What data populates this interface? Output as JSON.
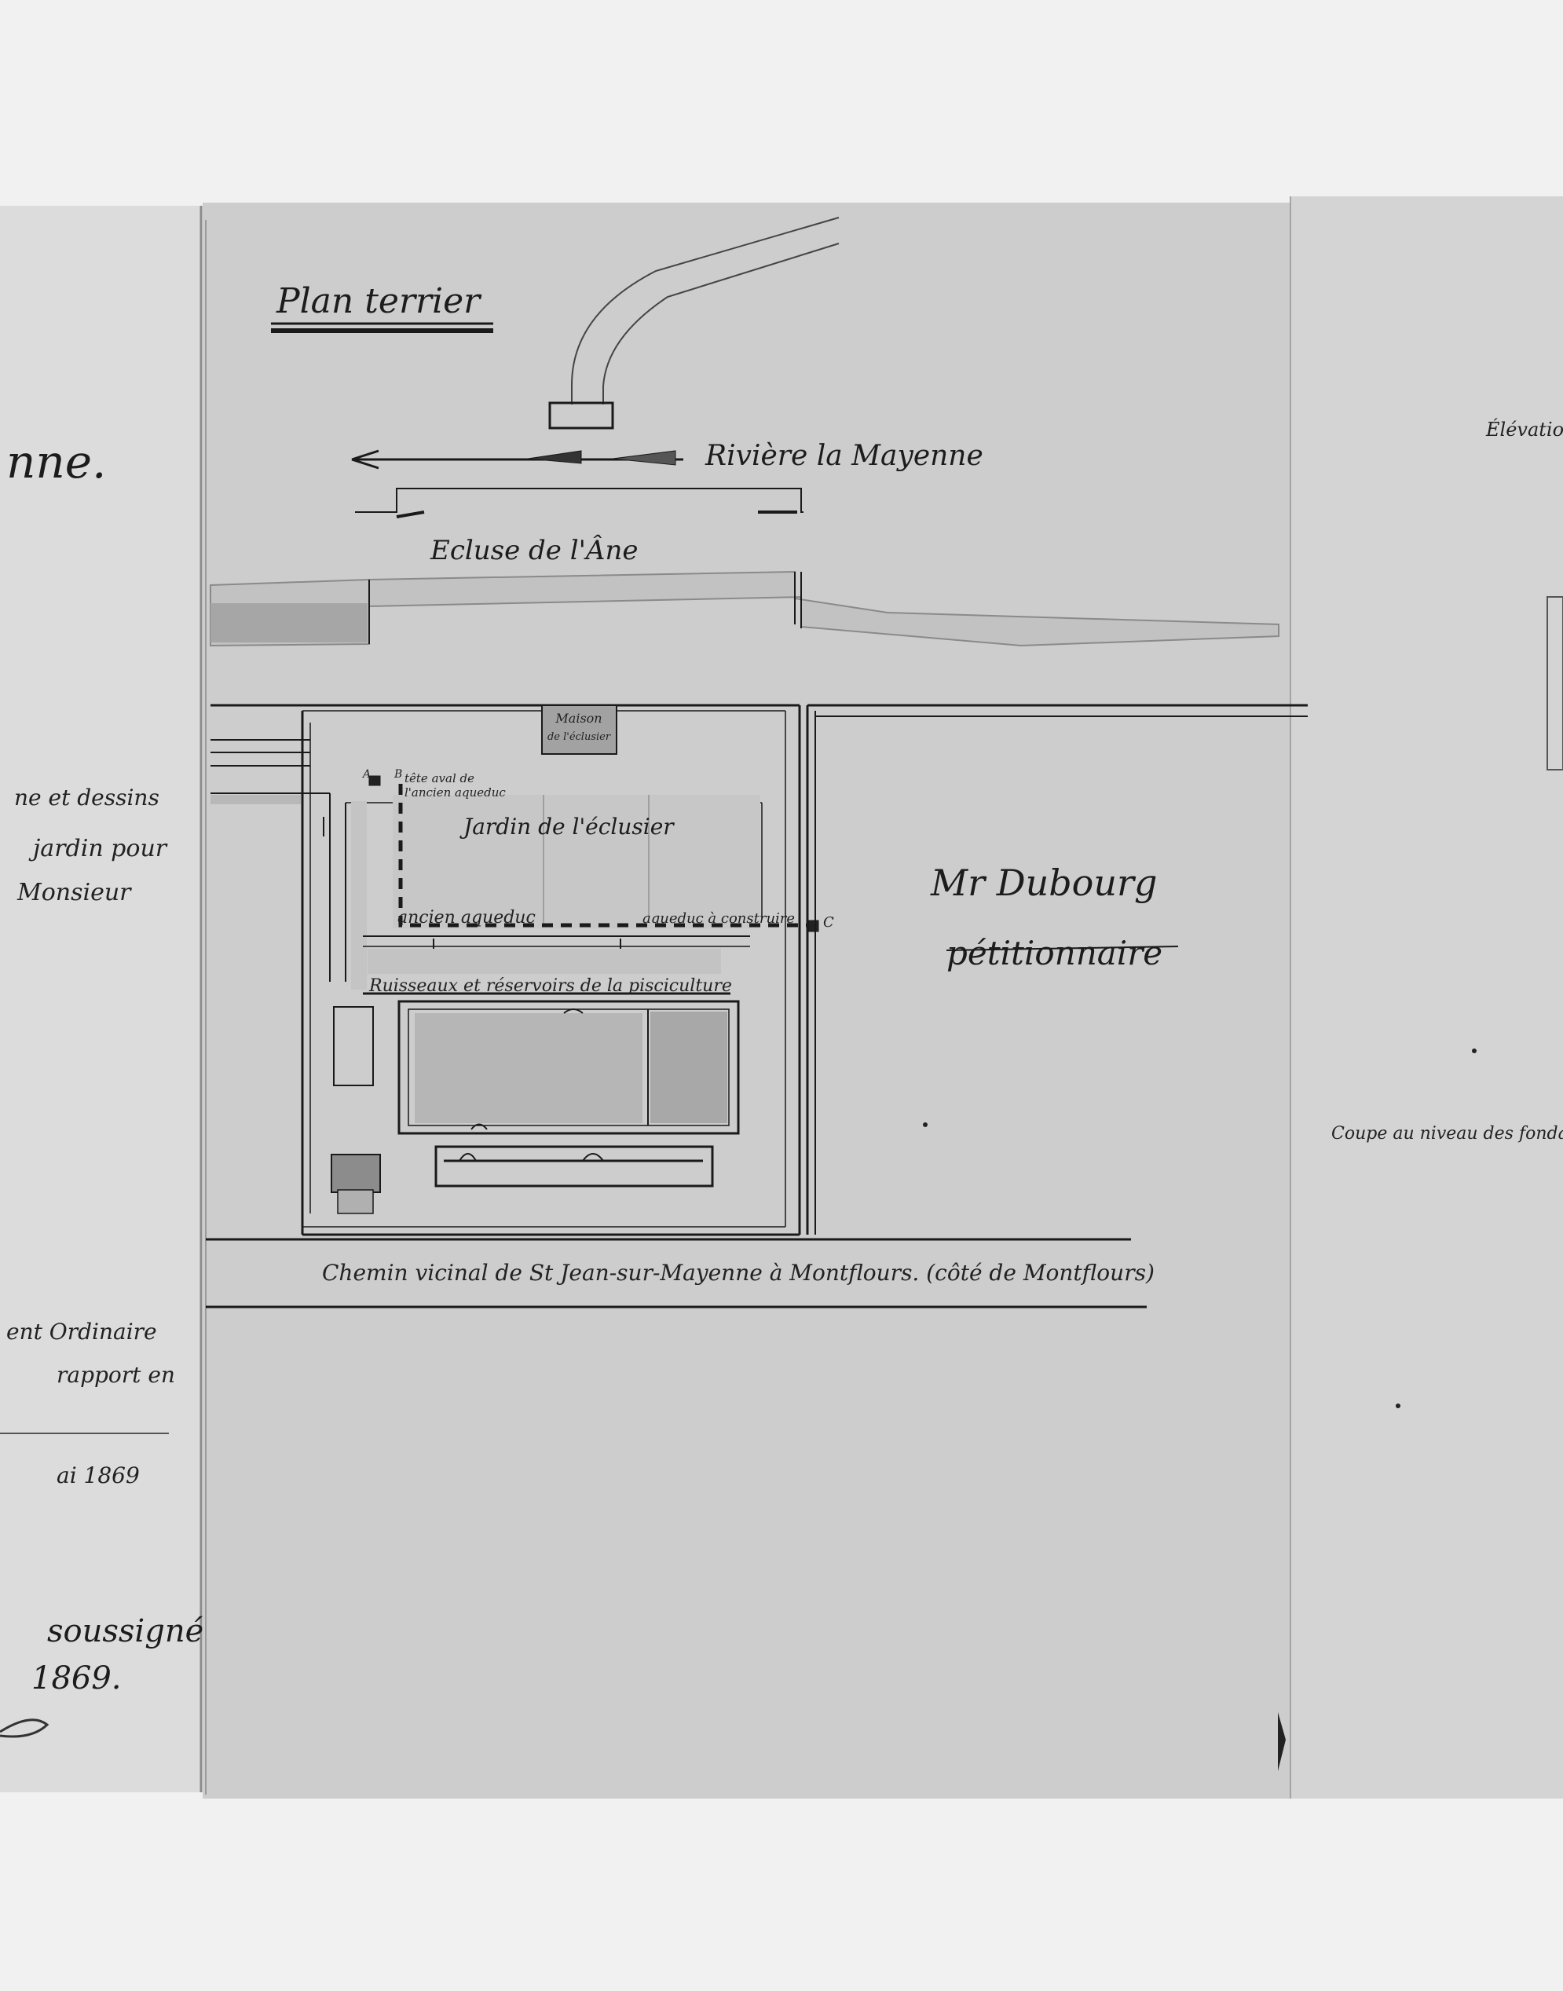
{
  "left_sheet": {
    "fragments": [
      "nne.",
      "ne et dessins",
      "jardin pour",
      "Monsieur",
      "ent Ordinaire",
      "rapport en",
      "ai 1869",
      "soussigné.",
      "1869."
    ]
  },
  "plan": {
    "title": "Plan terrier",
    "river_label": "Rivière la Mayenne",
    "lock_label": "Ecluse de l'Âne",
    "house_label_1": "Maison",
    "house_label_2": "de l'éclusier",
    "garden_label": "Jardin de l'éclusier",
    "aqueduct_head_1": "tête aval de",
    "aqueduct_head_2": "l'ancien aqueduc",
    "point_a": "A",
    "point_b": "B",
    "point_c": "C",
    "old_aqueduct": "ancien aqueduc",
    "new_aqueduct": "aqueduc à construire",
    "fish_label": "Ruisseaux et réservoirs de la pisciculture",
    "owner_name": "Mr Dubourg",
    "owner_role": "pétitionnaire",
    "road_label": "Chemin vicinal de St Jean-sur-Mayenne à Montflours. (côté de Montflours)"
  },
  "right_sheet": {
    "elevation_fragment": "Élévatio",
    "section_fragment": "Coupe au niveau des fondations"
  },
  "colors": {
    "background": "#f0f0f0",
    "sheet": "#cfcfcf",
    "left_sheet": "#dedede",
    "ink": "#1c1c1c",
    "wash": "#b4b4b4"
  }
}
